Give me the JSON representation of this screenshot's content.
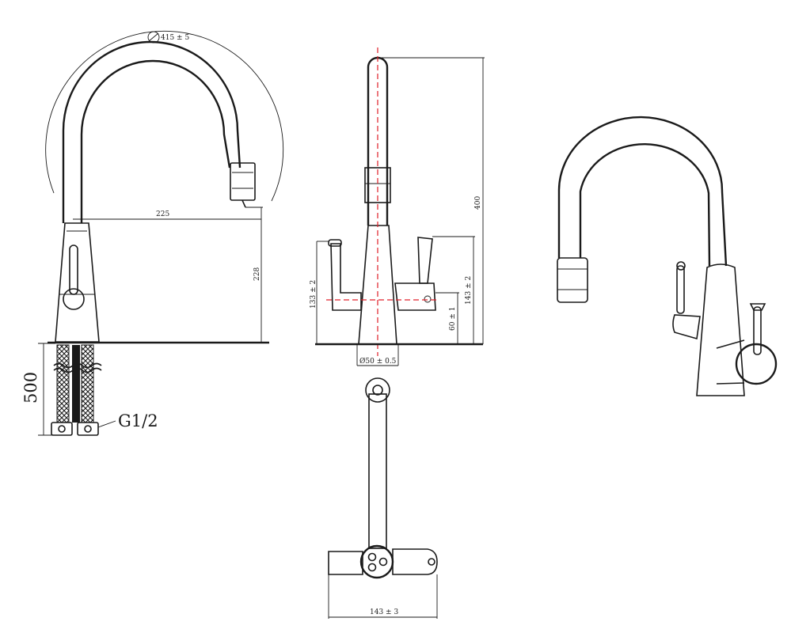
{
  "colors": {
    "line": "#1a1a1a",
    "centerline": "#e0202a",
    "background": "#ffffff"
  },
  "labels": {
    "arc_diameter": "415 ± 5",
    "spout_reach": "225",
    "spout_height": "228",
    "hose_length": "500",
    "thread": "G1/2",
    "total_height": "400",
    "left_lever_height": "133 ± 2",
    "right_lever_height": "143 ± 2",
    "base_to_handle": "60 ± 1",
    "base_diameter": "Ø50 ± 0.5",
    "top_width": "143 ± 3"
  }
}
